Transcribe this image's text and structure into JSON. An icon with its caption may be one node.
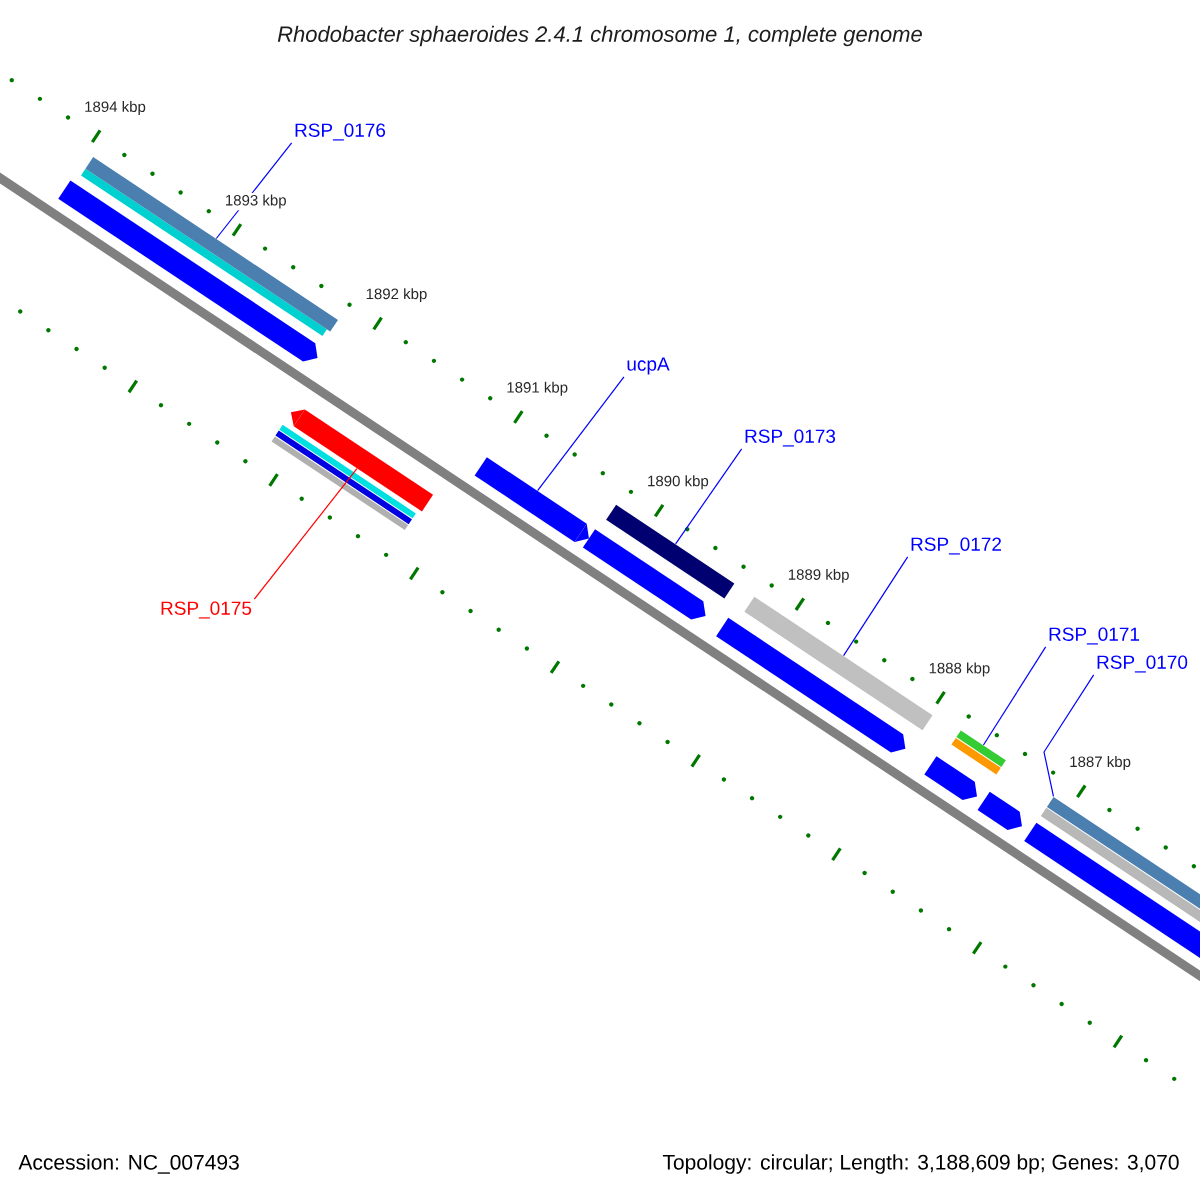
{
  "diagram": {
    "title": "Rhodobacter sphaeroides 2.4.1 chromosome 1, complete genome",
    "nodes": [
      {
        "text": [
          "RSP_0176"
        ]
      },
      {
        "text": [],
        "shape": "bar"
      },
      {
        "text": [
          "ucpA"
        ]
      },
      {
        "text": [],
        "shape": "bar"
      },
      {
        "text": [
          "RSP_0173"
        ]
      },
      {
        "text": [],
        "shape": "bar"
      },
      {
        "text": [
          "RSP_0172"
        ]
      },
      {
        "text": [],
        "shape": "bar"
      },
      {
        "text": [
          "RSP_0171"
        ]
      },
      {
        "text": [],
        "shape": "bar"
      },
      {
        "text": [
          "RSP_0170"
        ]
      },
      {
        "text": [],
        "shape": "bar"
      },
      {
        "text": [
          "RSP_0175"
        ]
      },
      {
        "text": [],
        "shape": "bar"
      }
    ],
    "edges": [
      {
        "from": 0,
        "to": 1,
        "arrow": "none"
      },
      {
        "from": 2,
        "to": 3,
        "arrow": "none"
      },
      {
        "from": 4,
        "to": 5,
        "arrow": "none"
      },
      {
        "from": 6,
        "to": 7,
        "arrow": "none"
      },
      {
        "from": 8,
        "to": 9,
        "arrow": "none"
      },
      {
        "from": 10,
        "to": 11,
        "arrow": "none"
      },
      {
        "from": 12,
        "to": 13,
        "arrow": "none",
        "color": "#ff0000"
      }
    ],
    "labels": [
      "1894 kbp",
      "1893 kbp",
      "1892 kbp",
      "1891 kbp",
      "1890 kbp",
      "1889 kbp",
      "1888 kbp",
      "1887 kbp",
      "Accession: NC_007493",
      "Topology: circular; Length: 3,188,609 bp; Genes: 3,070"
    ]
  }
}
